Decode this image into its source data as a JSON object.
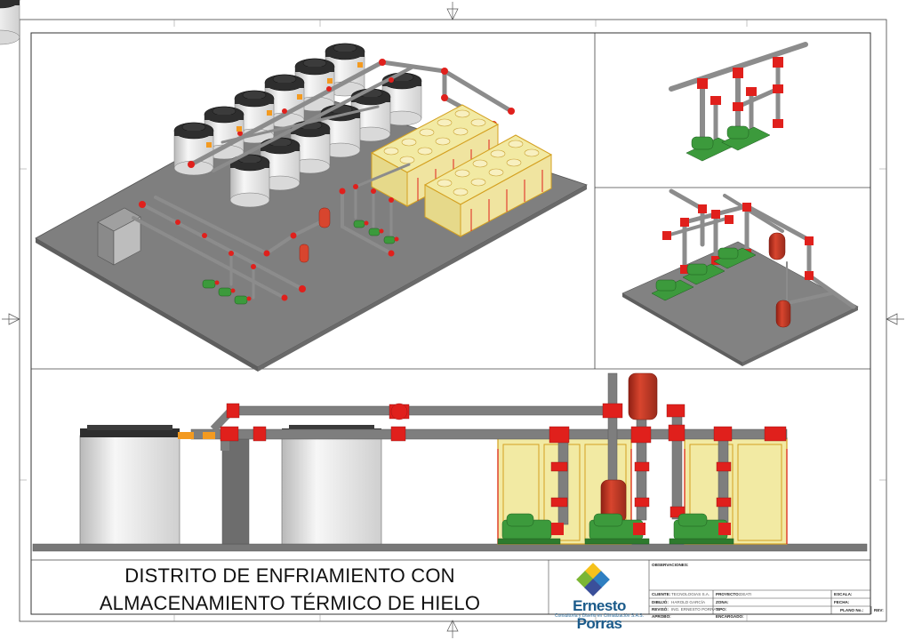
{
  "title": {
    "line1": "DISTRITO DE ENFRIAMIENTO CON",
    "line2": "ALMACENAMIENTO TÉRMICO DE HIELO"
  },
  "logo": {
    "name": "Ernesto Porras",
    "subtitle": "Consultoría y Diseño en Climatización S.A.S."
  },
  "title_block": {
    "observaciones_label": "OBSERVACIONES:",
    "cliente_label": "CLIENTE:",
    "cliente_value": "TECNOLOGIAS S.A.",
    "dibujo_label": "DIBUJÓ:",
    "dibujo_value": "HAROLD GARCÍA",
    "reviso_label": "REVISÓ:",
    "reviso_value": "ING. ERNESTO PORRAS",
    "aprobo_label": "APROBÓ:",
    "proyecto_label": "PROYECTO:",
    "proyecto_value": "DEATI",
    "zona_label": "ZONA:",
    "fecha_label": "FECHA:",
    "tipo_label": "TIPO:",
    "encargado_label": "ENCARGADO:",
    "escala_label": "ESCALA:",
    "plano_label": "PLANO No.:",
    "rev_label": "REV:"
  },
  "colors": {
    "pipe": "#8c8c8c",
    "fitting": "#e0201c",
    "pump": "#3c9a3c",
    "chiller": "#f0e8a0",
    "tank": "#e6e6e6",
    "slab": "#7a7a7a",
    "logo_blue": "#1a5a8a"
  }
}
